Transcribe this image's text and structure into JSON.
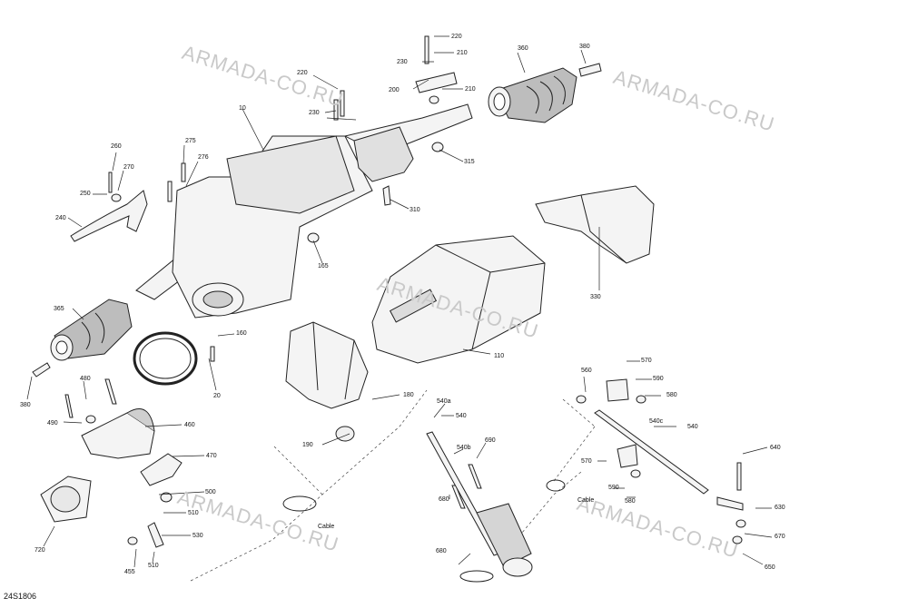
{
  "diagram_code": "24S1806",
  "watermark": "ARMADA-CO.RU",
  "callouts": {
    "p10": "10",
    "p20": "20",
    "p110": "110",
    "p160": "160",
    "p165": "165",
    "p180": "180",
    "p190": "190",
    "p200": "200",
    "p210a": "210",
    "p210b": "210",
    "p220a": "220",
    "p220b": "220",
    "p230a": "230",
    "p230b": "230",
    "p240": "240",
    "p250": "250",
    "p260": "260",
    "p270": "270",
    "p275": "275",
    "p276": "276",
    "p310": "310",
    "p315": "315",
    "p330": "330",
    "p360": "360",
    "p365": "365",
    "p380a": "380",
    "p380b": "380",
    "p455": "455",
    "p460": "460",
    "p470": "470",
    "p480": "480",
    "p490": "490",
    "p500": "500",
    "p510a": "510",
    "p510b": "510",
    "p530": "530",
    "p540": "540",
    "p540a": "540a",
    "p540b": "540b",
    "p540c": "540c",
    "p540r": "540",
    "p560": "560",
    "p570a": "570",
    "p570b": "570",
    "p580a": "580",
    "p580b": "580",
    "p590a": "590",
    "p590b": "590",
    "p630": "630",
    "p640": "640",
    "p650": "650",
    "p670": "670",
    "p680a": "680",
    "p680b": "680",
    "p690": "690",
    "p720": "720",
    "cable_left": "Cable",
    "cable_right": "Cable"
  }
}
